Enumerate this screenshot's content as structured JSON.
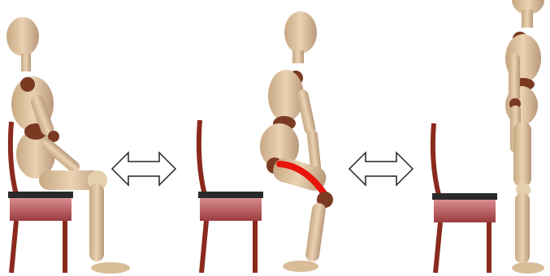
{
  "scene": {
    "background": "#ffffff",
    "poses": [
      {
        "name": "sitting"
      },
      {
        "name": "squat"
      },
      {
        "name": "standing"
      }
    ],
    "arrows": [
      {
        "direction": "bidirectional",
        "between": [
          "sitting",
          "squat"
        ]
      },
      {
        "direction": "bidirectional",
        "between": [
          "squat",
          "standing"
        ]
      }
    ],
    "highlight": {
      "body_part": "thigh",
      "pose": "squat",
      "color": "#e8140c"
    },
    "colors": {
      "mannequin_wood": "#d8bd98",
      "mannequin_joint": "#7a3a22",
      "chair_wood": "#8a2a1c",
      "chair_seat": "#b8545a",
      "chair_cushion": "#2a2a2a"
    }
  }
}
